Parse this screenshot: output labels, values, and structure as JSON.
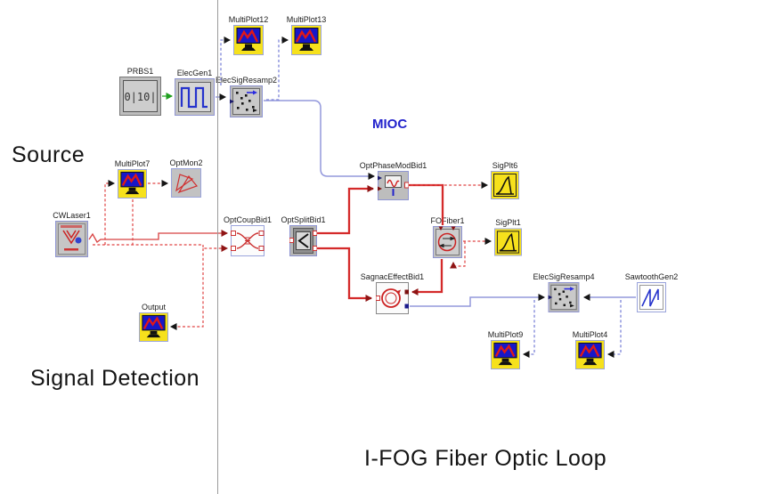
{
  "diagram": {
    "app_context": "optical-system-schematic",
    "sections": {
      "source": "Source",
      "signal_detection": "Signal Detection",
      "mioc": "MIOC",
      "ifog_loop": "I-FOG Fiber Optic Loop"
    },
    "colors": {
      "optical_wire": "#d42a2a",
      "electrical_wire": "#9398dc",
      "binary_wire": "#3cb43c",
      "monitor_body": "#f6e11c",
      "monitor_screen": "#1717c8",
      "mioc_label": "#2222cc",
      "divider": "#9b9b9b"
    },
    "blocks": {
      "prbs1": {
        "label": "PRBS1",
        "icon": "prbs-generator-icon"
      },
      "elecgen1": {
        "label": "ElecGen1",
        "icon": "square-wave-generator-icon"
      },
      "resamp2": {
        "label": "ElecSigResamp2",
        "icon": "signal-resampler-icon"
      },
      "multiplot12": {
        "label": "MultiPlot12",
        "icon": "monitor-plot-icon"
      },
      "multiplot13": {
        "label": "MultiPlot13",
        "icon": "monitor-plot-icon"
      },
      "multiplot7": {
        "label": "MultiPlot7",
        "icon": "monitor-plot-icon"
      },
      "optmon2": {
        "label": "OptMon2",
        "icon": "optical-monitor-icon"
      },
      "cwlaser1": {
        "label": "CWLaser1",
        "icon": "cw-laser-icon"
      },
      "optcoupbid1": {
        "label": "OptCoupBid1",
        "icon": "optical-coupler-icon"
      },
      "optsplitbid1": {
        "label": "OptSplitBid1",
        "icon": "optical-splitter-icon"
      },
      "optphasemod1": {
        "label": "OptPhaseModBid1",
        "icon": "phase-modulator-icon"
      },
      "sigplt6": {
        "label": "SigPlt6",
        "icon": "signal-plot-icon"
      },
      "fofiber1": {
        "label": "FOFiber1",
        "icon": "fiber-coil-icon"
      },
      "sigplt1": {
        "label": "SigPlt1",
        "icon": "signal-plot-icon"
      },
      "sagnac1": {
        "label": "SagnacEffectBid1",
        "icon": "sagnac-loop-icon"
      },
      "resamp4": {
        "label": "ElecSigResamp4",
        "icon": "signal-resampler-icon"
      },
      "sawtoothgen2": {
        "label": "SawtoothGen2",
        "icon": "sawtooth-generator-icon"
      },
      "multiplot9": {
        "label": "MultiPlot9",
        "icon": "monitor-plot-icon"
      },
      "multiplot4": {
        "label": "MultiPlot4",
        "icon": "monitor-plot-icon"
      },
      "output": {
        "label": "Output",
        "icon": "monitor-plot-icon"
      }
    }
  }
}
